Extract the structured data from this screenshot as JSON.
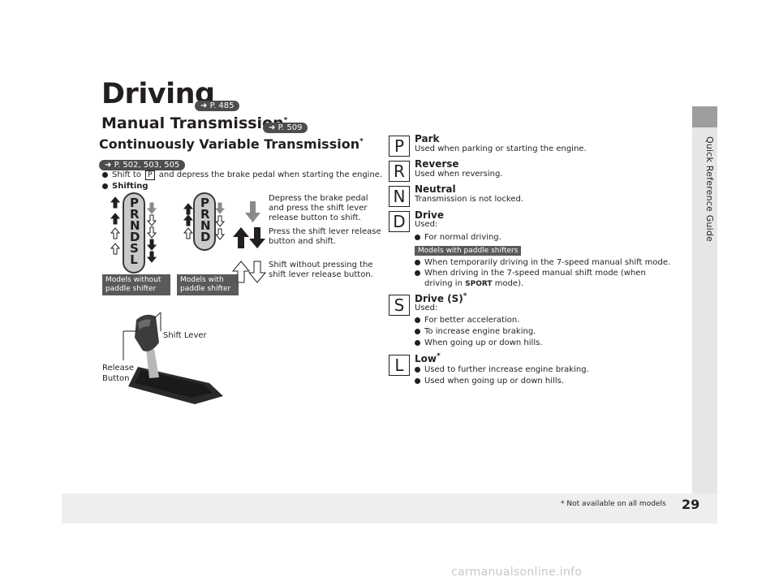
{
  "side_tab_label": "Quick Reference Guide",
  "page_number": "29",
  "footnote": "* Not available on all models",
  "watermark": "carmanualsonline.info",
  "title": "Driving",
  "title_ref": "P. 485",
  "mt_heading": "Manual Transmission",
  "mt_ref": "P. 509",
  "cvt_heading": "Continuously Variable Transmission",
  "cvt_ref": "P. 502, 503, 505",
  "asterisk": "*",
  "bullet_shift_pre": "Shift to",
  "bullet_shift_key": "P",
  "bullet_shift_post": "and depress the brake pedal when starting the engine.",
  "bullet_shifting": "Shifting",
  "gate1_letters": "P R N D S L",
  "gate2_letters": "P R N D",
  "badge_without": "Models without paddle shifter",
  "badge_with": "Models with paddle shifter",
  "legend_depress": "Depress the brake pedal and press the shift lever release button to shift.",
  "legend_press": "Press the shift lever release button and shift.",
  "legend_without": "Shift without pressing the shift lever release button.",
  "shift_lever_label": "Shift Lever",
  "release_button_label": "Release Button",
  "gears": {
    "park": {
      "letter": "P",
      "title": "Park",
      "desc": "Used when parking or starting the engine."
    },
    "reverse": {
      "letter": "R",
      "title": "Reverse",
      "desc": "Used when reversing."
    },
    "neutral": {
      "letter": "N",
      "title": "Neutral",
      "desc": "Transmission is not locked."
    },
    "drive": {
      "letter": "D",
      "title": "Drive",
      "desc": "Used:",
      "bullet1": "For normal driving.",
      "paddle_badge": "Models with paddle shifters",
      "bullet2": "When temporarily driving in the 7-speed manual shift mode.",
      "bullet3a": "When driving in the 7-speed manual shift mode (when",
      "bullet3b_pre": "driving in",
      "bullet3b_mode": "SPORT",
      "bullet3b_post": "mode)."
    },
    "sport": {
      "letter": "S",
      "title": "Drive (S)",
      "desc": "Used:",
      "bullet1": "For better acceleration.",
      "bullet2": "To increase engine braking.",
      "bullet3": "When going up or down hills."
    },
    "low": {
      "letter": "L",
      "title": "Low",
      "bullet1": "Used to further increase engine braking.",
      "bullet2": "Used when going up or down hills."
    }
  }
}
